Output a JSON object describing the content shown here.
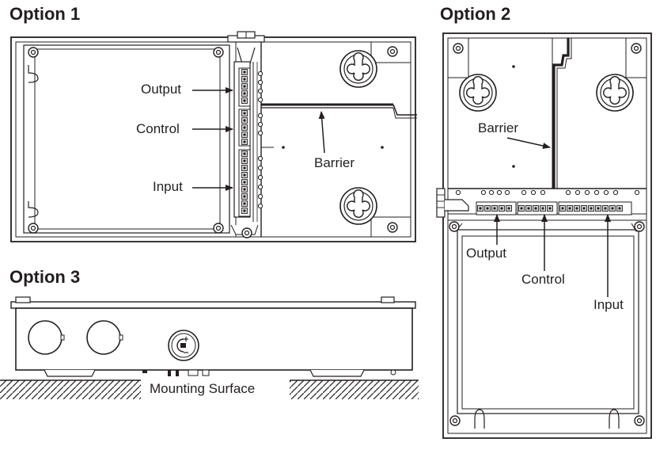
{
  "options": [
    {
      "title": "Option 1",
      "labels": [
        "Output",
        "Control",
        "Input",
        "Barrier"
      ]
    },
    {
      "title": "Option 2",
      "labels": [
        "Barrier",
        "Output",
        "Control",
        "Input"
      ]
    },
    {
      "title": "Option 3",
      "labels": [
        "Mounting Surface"
      ]
    }
  ],
  "colors": {
    "line": "#231f20",
    "fill": "#ffffff",
    "terminal": "#d8d8d8"
  }
}
